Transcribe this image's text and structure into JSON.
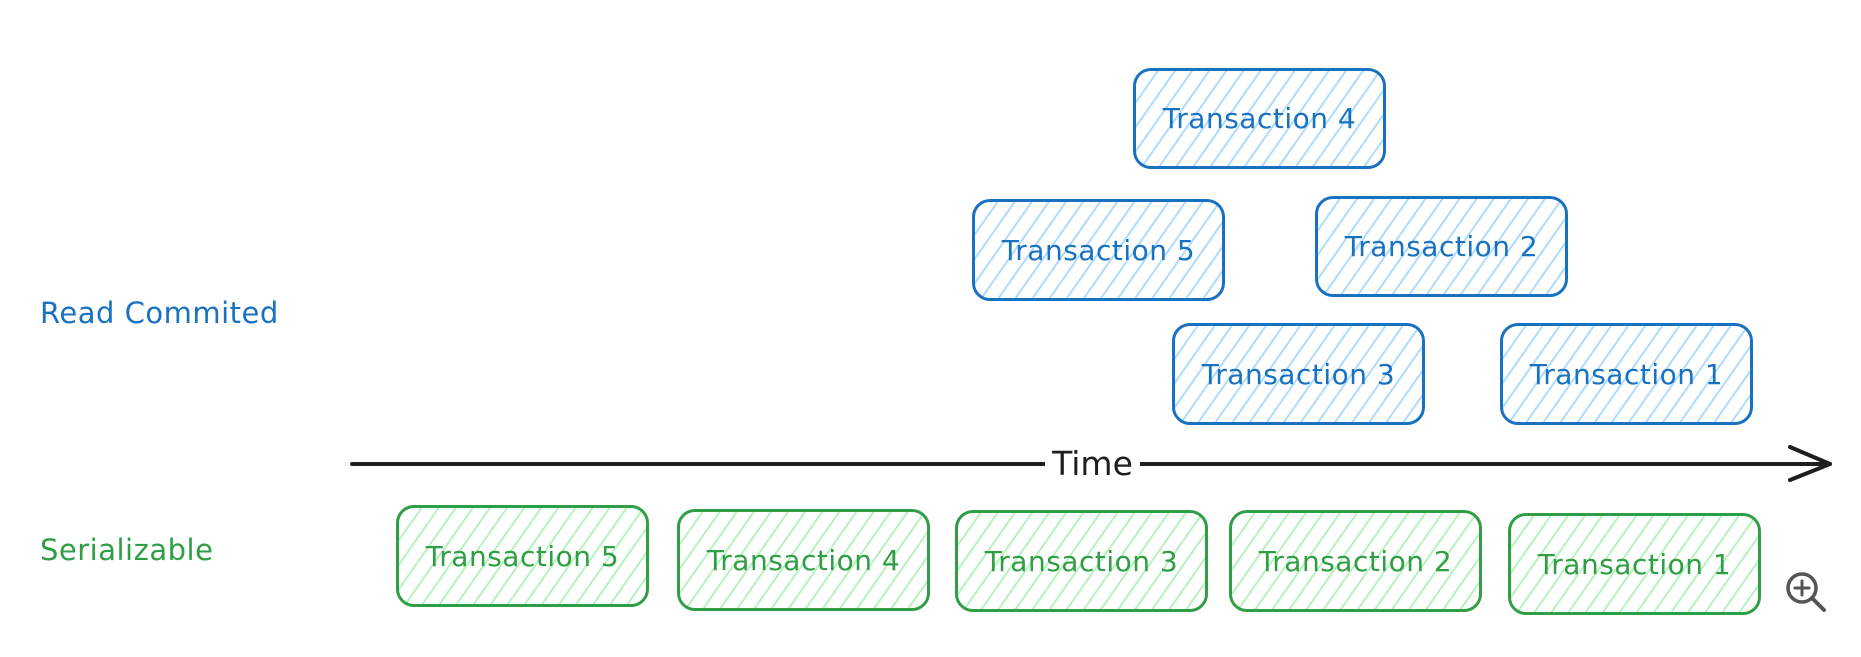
{
  "colors": {
    "read_committed": "#1971c2",
    "serializable": "#2f9e44",
    "axis": "#1e1e1e"
  },
  "labels": {
    "read_committed": "Read Commited",
    "serializable": "Serializable",
    "time_axis": "Time"
  },
  "read_committed_transactions": [
    "Transaction 4",
    "Transaction 5",
    "Transaction 2",
    "Transaction 3",
    "Transaction 1"
  ],
  "serializable_transactions": [
    "Transaction 5",
    "Transaction 4",
    "Transaction 3",
    "Transaction 2",
    "Transaction 1"
  ],
  "icons": {
    "zoom": "zoom-in-icon"
  }
}
